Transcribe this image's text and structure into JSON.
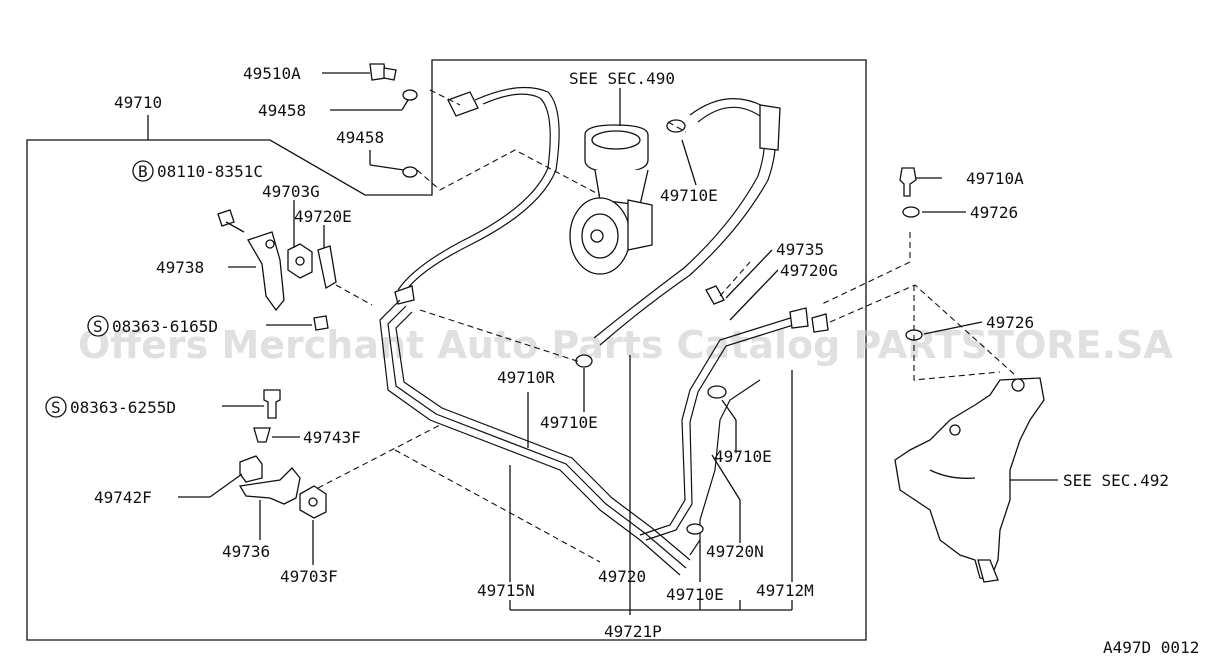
{
  "watermark": "Offers Merchant Auto Parts Catalog PARTSTORE.SA",
  "diagram_code": "A497D 0012",
  "references": {
    "sec490": "SEE SEC.490",
    "sec492": "SEE SEC.492"
  },
  "bolt_codes": {
    "b_symbol": "B",
    "b_code": "08110-8351C",
    "s_symbol": "S",
    "s1_code": "08363-6165D",
    "s2_code": "08363-6255D"
  },
  "parts": {
    "p49510A": "49510A",
    "p49458a": "49458",
    "p49458b": "49458",
    "p49710": "49710",
    "p49703G": "49703G",
    "p49720E": "49720E",
    "p49738": "49738",
    "p49710E_a": "49710E",
    "p49710A": "49710A",
    "p49726a": "49726",
    "p49735": "49735",
    "p49720G": "49720G",
    "p49726b": "49726",
    "p49710R": "49710R",
    "p49710E_b": "49710E",
    "p49743F": "49743F",
    "p49742F": "49742F",
    "p49736": "49736",
    "p49703F": "49703F",
    "p49710E_c": "49710E",
    "p49720N": "49720N",
    "p49715N": "49715N",
    "p49720": "49720",
    "p49710E_d": "49710E",
    "p49712M": "49712M",
    "p49721P": "49721P"
  }
}
